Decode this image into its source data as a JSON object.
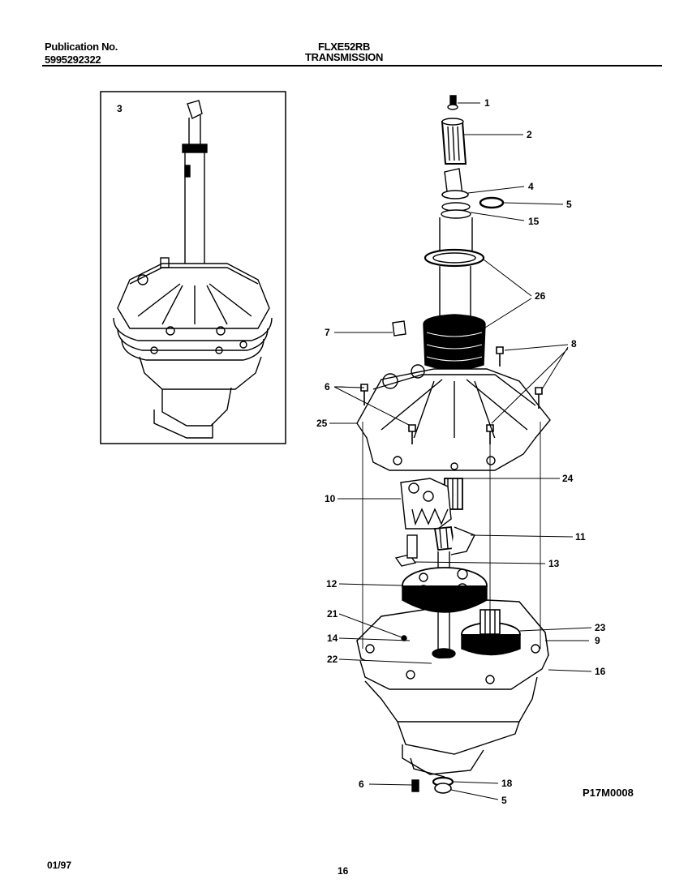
{
  "header": {
    "publication_label": "Publication No.",
    "publication_number": "5995292322",
    "model": "FLXE52RB",
    "section_title": "TRANSMISSION"
  },
  "footer": {
    "date": "01/97",
    "page": "16"
  },
  "diagram": {
    "code": "P17M0008",
    "inset_label": "3",
    "callouts": [
      "1",
      "2",
      "4",
      "5",
      "15",
      "26",
      "7",
      "8",
      "6",
      "25",
      "24",
      "10",
      "11",
      "13",
      "12",
      "21",
      "14",
      "22",
      "23",
      "9",
      "16",
      "6",
      "18",
      "5"
    ]
  }
}
